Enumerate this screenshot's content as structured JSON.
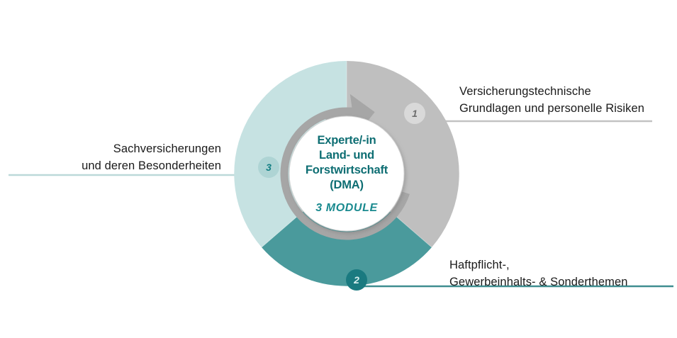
{
  "graphic": {
    "type": "donut-cycle-diagram",
    "title_center": {
      "lines": [
        "Experte/-in",
        "Land- und",
        "Forstwirtschaft",
        "(DMA)"
      ],
      "subtitle": "3 MODULE"
    },
    "arrow": {
      "name": "clockwise-cycle-arrow",
      "color": "#a6a6a6"
    },
    "segments": [
      {
        "number": "1",
        "label_lines": [
          "Versicherungstechnische",
          "Grundlagen und personelle Risiken"
        ],
        "color": "#bfbfbf",
        "badge_bg": "#d9d9d9",
        "badge_fg": "#6e6e6e",
        "connector_color": "#c2c2c2",
        "start_angle_deg": 0,
        "end_angle_deg": 131
      },
      {
        "number": "2",
        "label_lines": [
          "Haftpflicht-,",
          "Gewerbeinhalts- & Sonderthemen"
        ],
        "color": "#4a9a9c",
        "badge_bg": "#1a7a80",
        "badge_fg": "#d9efef",
        "connector_color": "#3f8e90",
        "start_angle_deg": 131,
        "end_angle_deg": 229
      },
      {
        "number": "3",
        "label_lines": [
          "Sachversicherungen",
          "und deren Besonderheiten"
        ],
        "color": "#c6e2e2",
        "badge_bg": "#aed4d4",
        "badge_fg": "#147f84",
        "connector_color": "#bcd9d9",
        "start_angle_deg": 229,
        "end_angle_deg": 360
      }
    ],
    "palette": {
      "background": "#ffffff",
      "hub_fill": "#ffffff",
      "hub_text": "#0e6e73",
      "hub_subtitle_text": "#1a8a8f",
      "segment_gray": "#bfbfbf",
      "segment_teal": "#4a9a9c",
      "segment_light_teal": "#c6e2e2",
      "label_text": "#1a1a1a"
    }
  },
  "chart_data": {
    "type": "pie",
    "title": "Experte/-in Land- und Forstwirtschaft (DMA) – 3 Module",
    "categories": [
      "Versicherungstechnische Grundlagen und personelle Risiken",
      "Haftpflicht-, Gewerbeinhalts- & Sonderthemen",
      "Sachversicherungen und deren Besonderheiten"
    ],
    "values": [
      36.4,
      27.2,
      36.4
    ],
    "colors": [
      "#bfbfbf",
      "#4a9a9c",
      "#c6e2e2"
    ],
    "legend": [
      "1",
      "2",
      "3"
    ],
    "legend_position": "outside-callouts",
    "donut": true,
    "inner_radius_ratio": 0.5,
    "xlabel": "",
    "ylabel": ""
  }
}
